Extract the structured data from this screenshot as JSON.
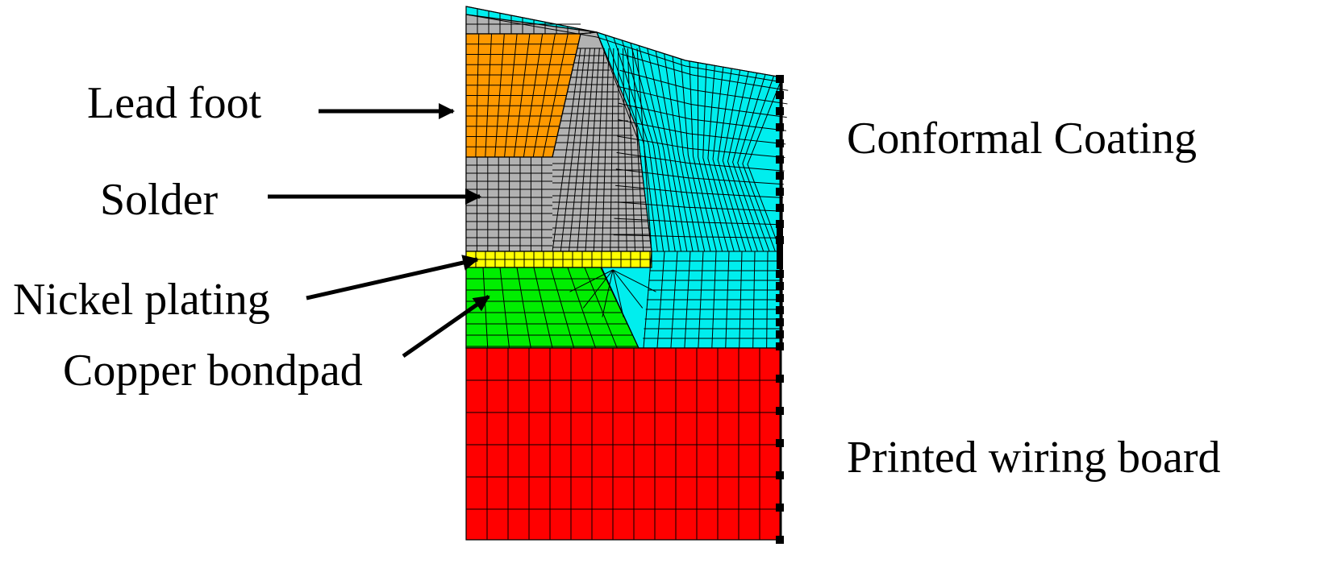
{
  "labels": {
    "lead_foot": "Lead foot",
    "solder": "Solder",
    "nickel_plating": "Nickel plating",
    "copper_bondpad": "Copper bondpad",
    "conformal_coating": "Conformal Coating",
    "printed_wiring_board": "Printed wiring board"
  },
  "colors": {
    "lead_foot": "#ff9900",
    "solder": "#b2b2b2",
    "nickel_plating": "#ffff00",
    "copper_bondpad": "#00ee00",
    "conformal_coating": "#00eeee",
    "printed_wiring_board": "#ff0000",
    "mesh_lines": "#000000",
    "arrows": "#000000"
  }
}
